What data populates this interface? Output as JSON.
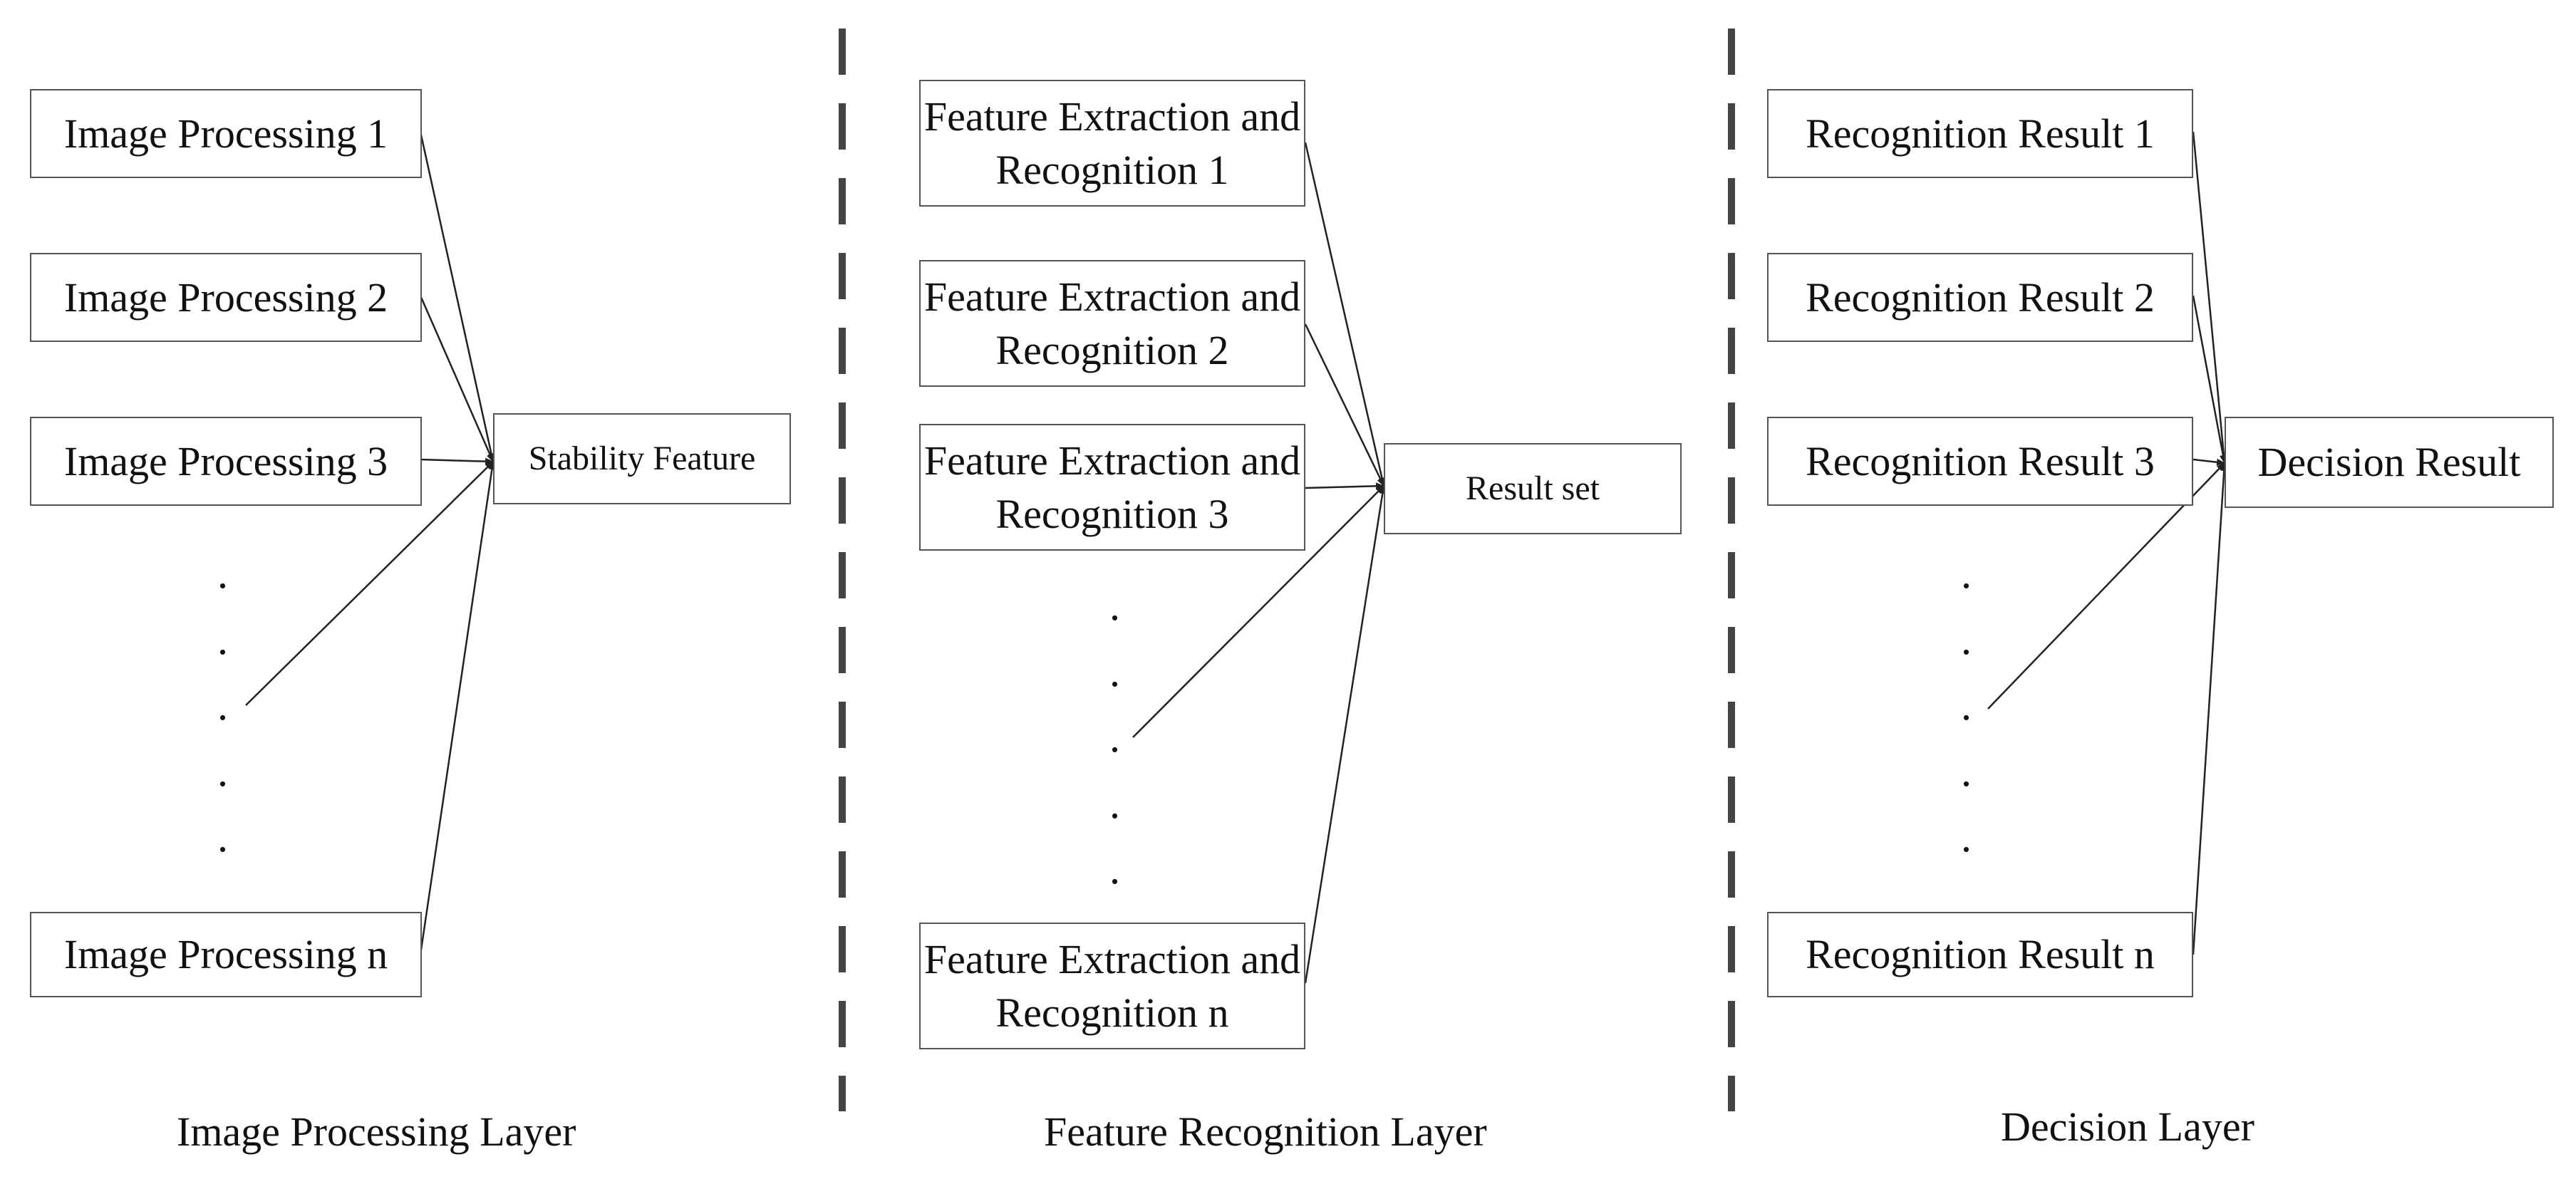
{
  "columns": [
    {
      "inputs": [
        "Image Processing 1",
        "Image Processing 2",
        "Image Processing 3",
        "Image Processing n"
      ],
      "output": "Stability Feature",
      "layer_label": "Image Processing Layer"
    },
    {
      "inputs": [
        "Feature Extraction and Recognition 1",
        "Feature Extraction and Recognition 2",
        "Feature Extraction and Recognition 3",
        "Feature Extraction and Recognition n"
      ],
      "output": "Result set",
      "layer_label": "Feature Recognition Layer"
    },
    {
      "inputs": [
        "Recognition Result 1",
        "Recognition Result 2",
        "Recognition Result 3",
        "Recognition Result n"
      ],
      "output": "Decision Result",
      "layer_label": "Decision Layer"
    }
  ],
  "ellipsis": "."
}
